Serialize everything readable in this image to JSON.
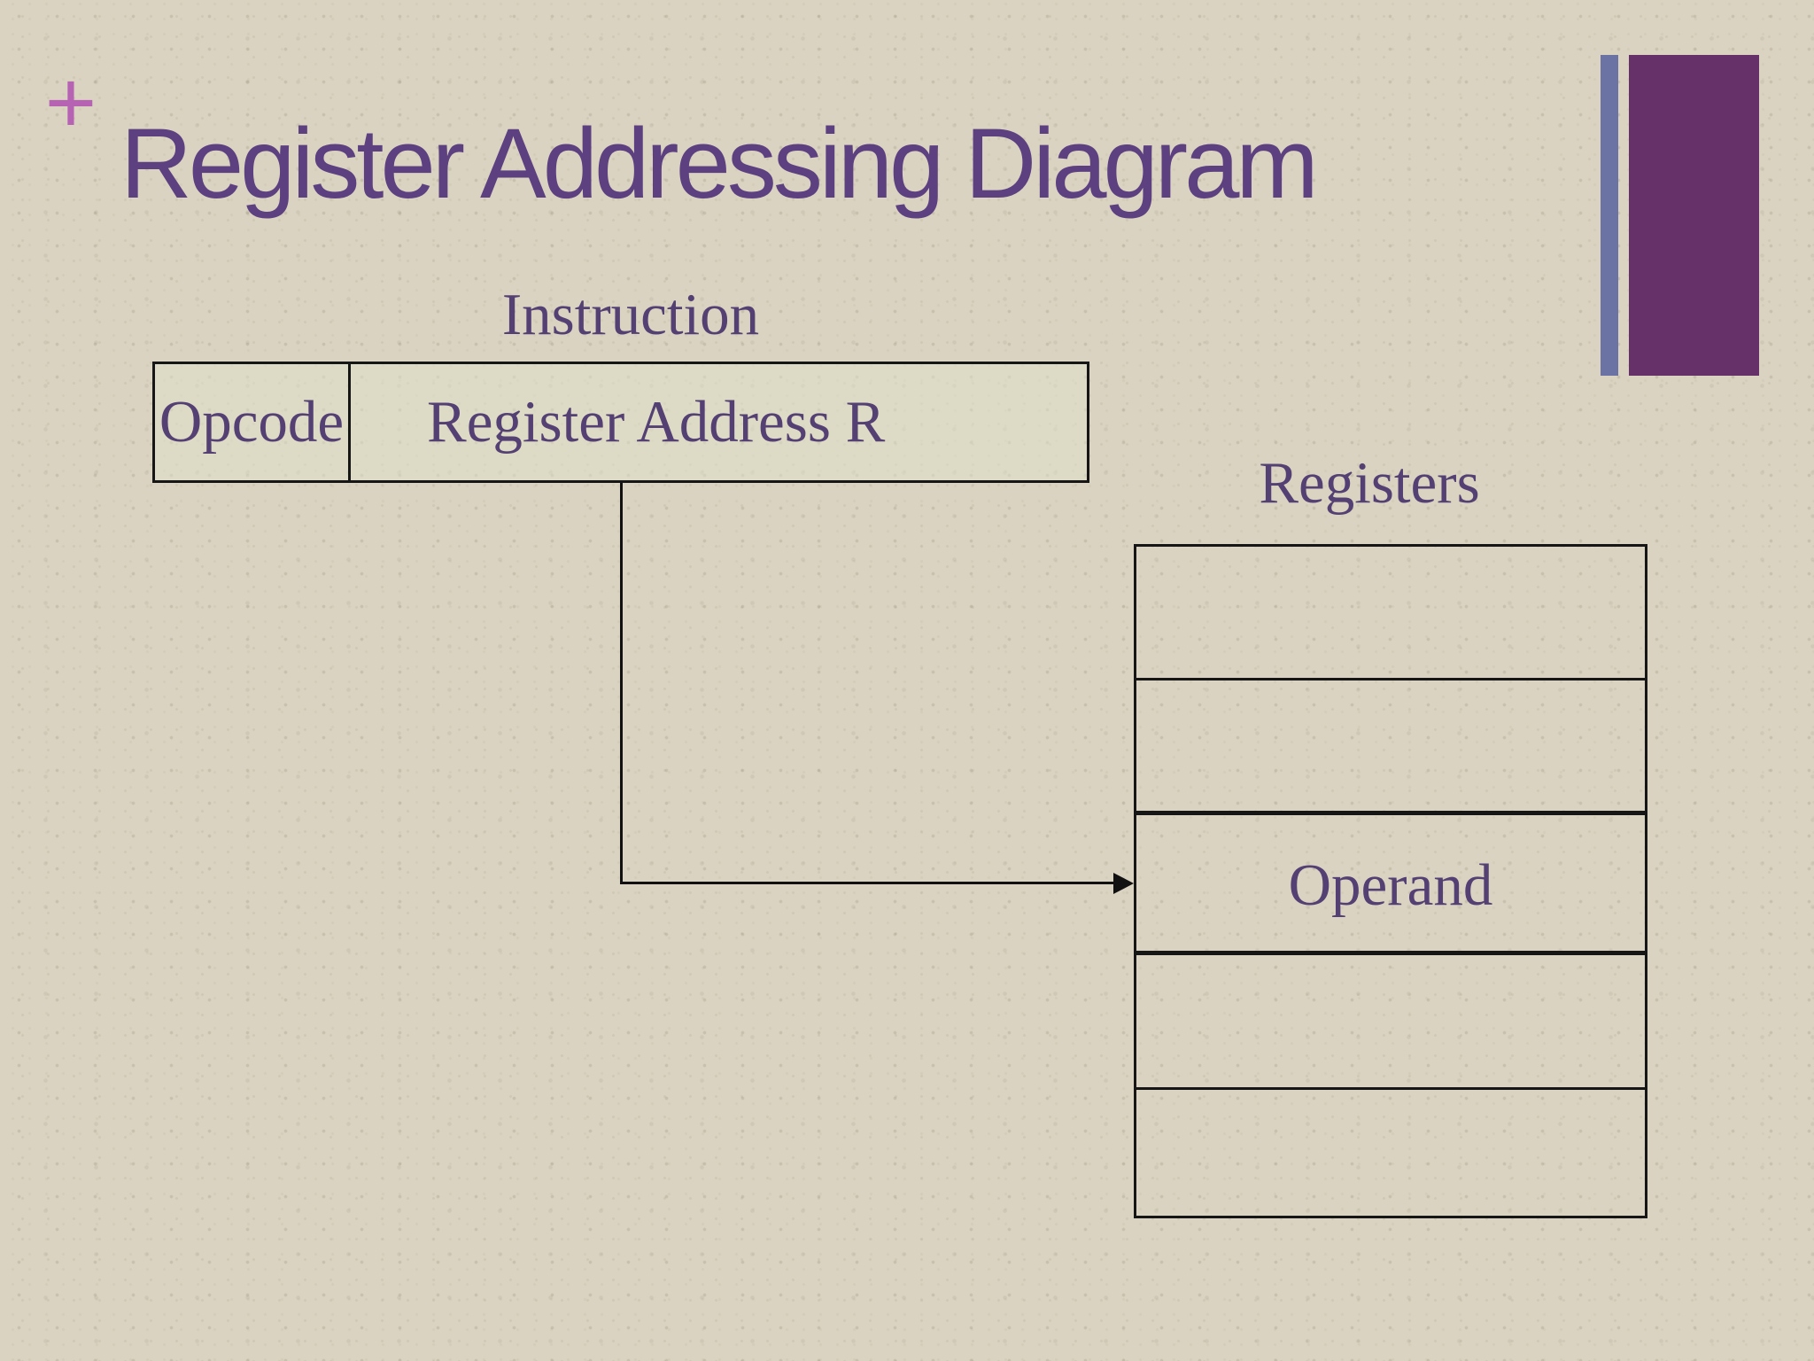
{
  "slide": {
    "title": "Register Addressing Diagram",
    "plus_marker": "+",
    "colors": {
      "background": "#dad3c1",
      "title_text": "#5c4080",
      "serif_text": "#544073",
      "plus_marker": "#b763b3",
      "accent_bar_blue": "#6a73a4",
      "accent_bar_purple": "#653168",
      "diagram_lines": "#161616"
    }
  },
  "diagram": {
    "instruction_label": "Instruction",
    "instruction_box": {
      "opcode_label": "Opcode",
      "register_address_label": "Register Address R"
    },
    "registers_label": "Registers",
    "register_rows": [
      {
        "label": ""
      },
      {
        "label": ""
      },
      {
        "label": "Operand"
      },
      {
        "label": ""
      },
      {
        "label": ""
      }
    ]
  }
}
